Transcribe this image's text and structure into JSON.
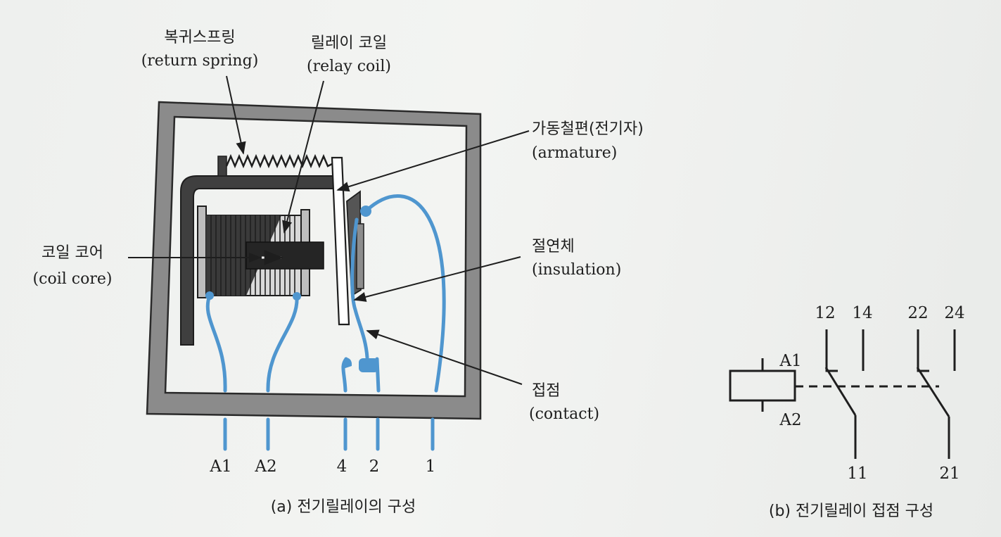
{
  "diagram_a": {
    "caption": "(a) 전기릴레이의 구성",
    "labels": {
      "return_spring_ko": "복귀스프링",
      "return_spring_en": "(return spring)",
      "relay_coil_ko": "릴레이 코일",
      "relay_coil_en": "(relay coil)",
      "armature_ko": "가동철편(전기자)",
      "armature_en": "(armature)",
      "coil_core_ko": "코일 코어",
      "coil_core_en": "(coil core)",
      "insulation_ko": "절연체",
      "insulation_en": "(insulation)",
      "contact_ko": "접점",
      "contact_en": "(contact)"
    },
    "terminals": [
      "A1",
      "A2",
      "4",
      "2",
      "1"
    ]
  },
  "diagram_b": {
    "caption": "(b) 전기릴레이 접점 구성",
    "coil_labels": [
      "A1",
      "A2"
    ],
    "top_terminals": [
      "12",
      "14",
      "22",
      "24"
    ],
    "bottom_terminals": [
      "11",
      "21"
    ]
  },
  "colors": {
    "wire": "#4f96cf",
    "frame": "#8b8b8b",
    "dark_metal": "#3a3a3a",
    "ink": "#1e1e1e"
  }
}
